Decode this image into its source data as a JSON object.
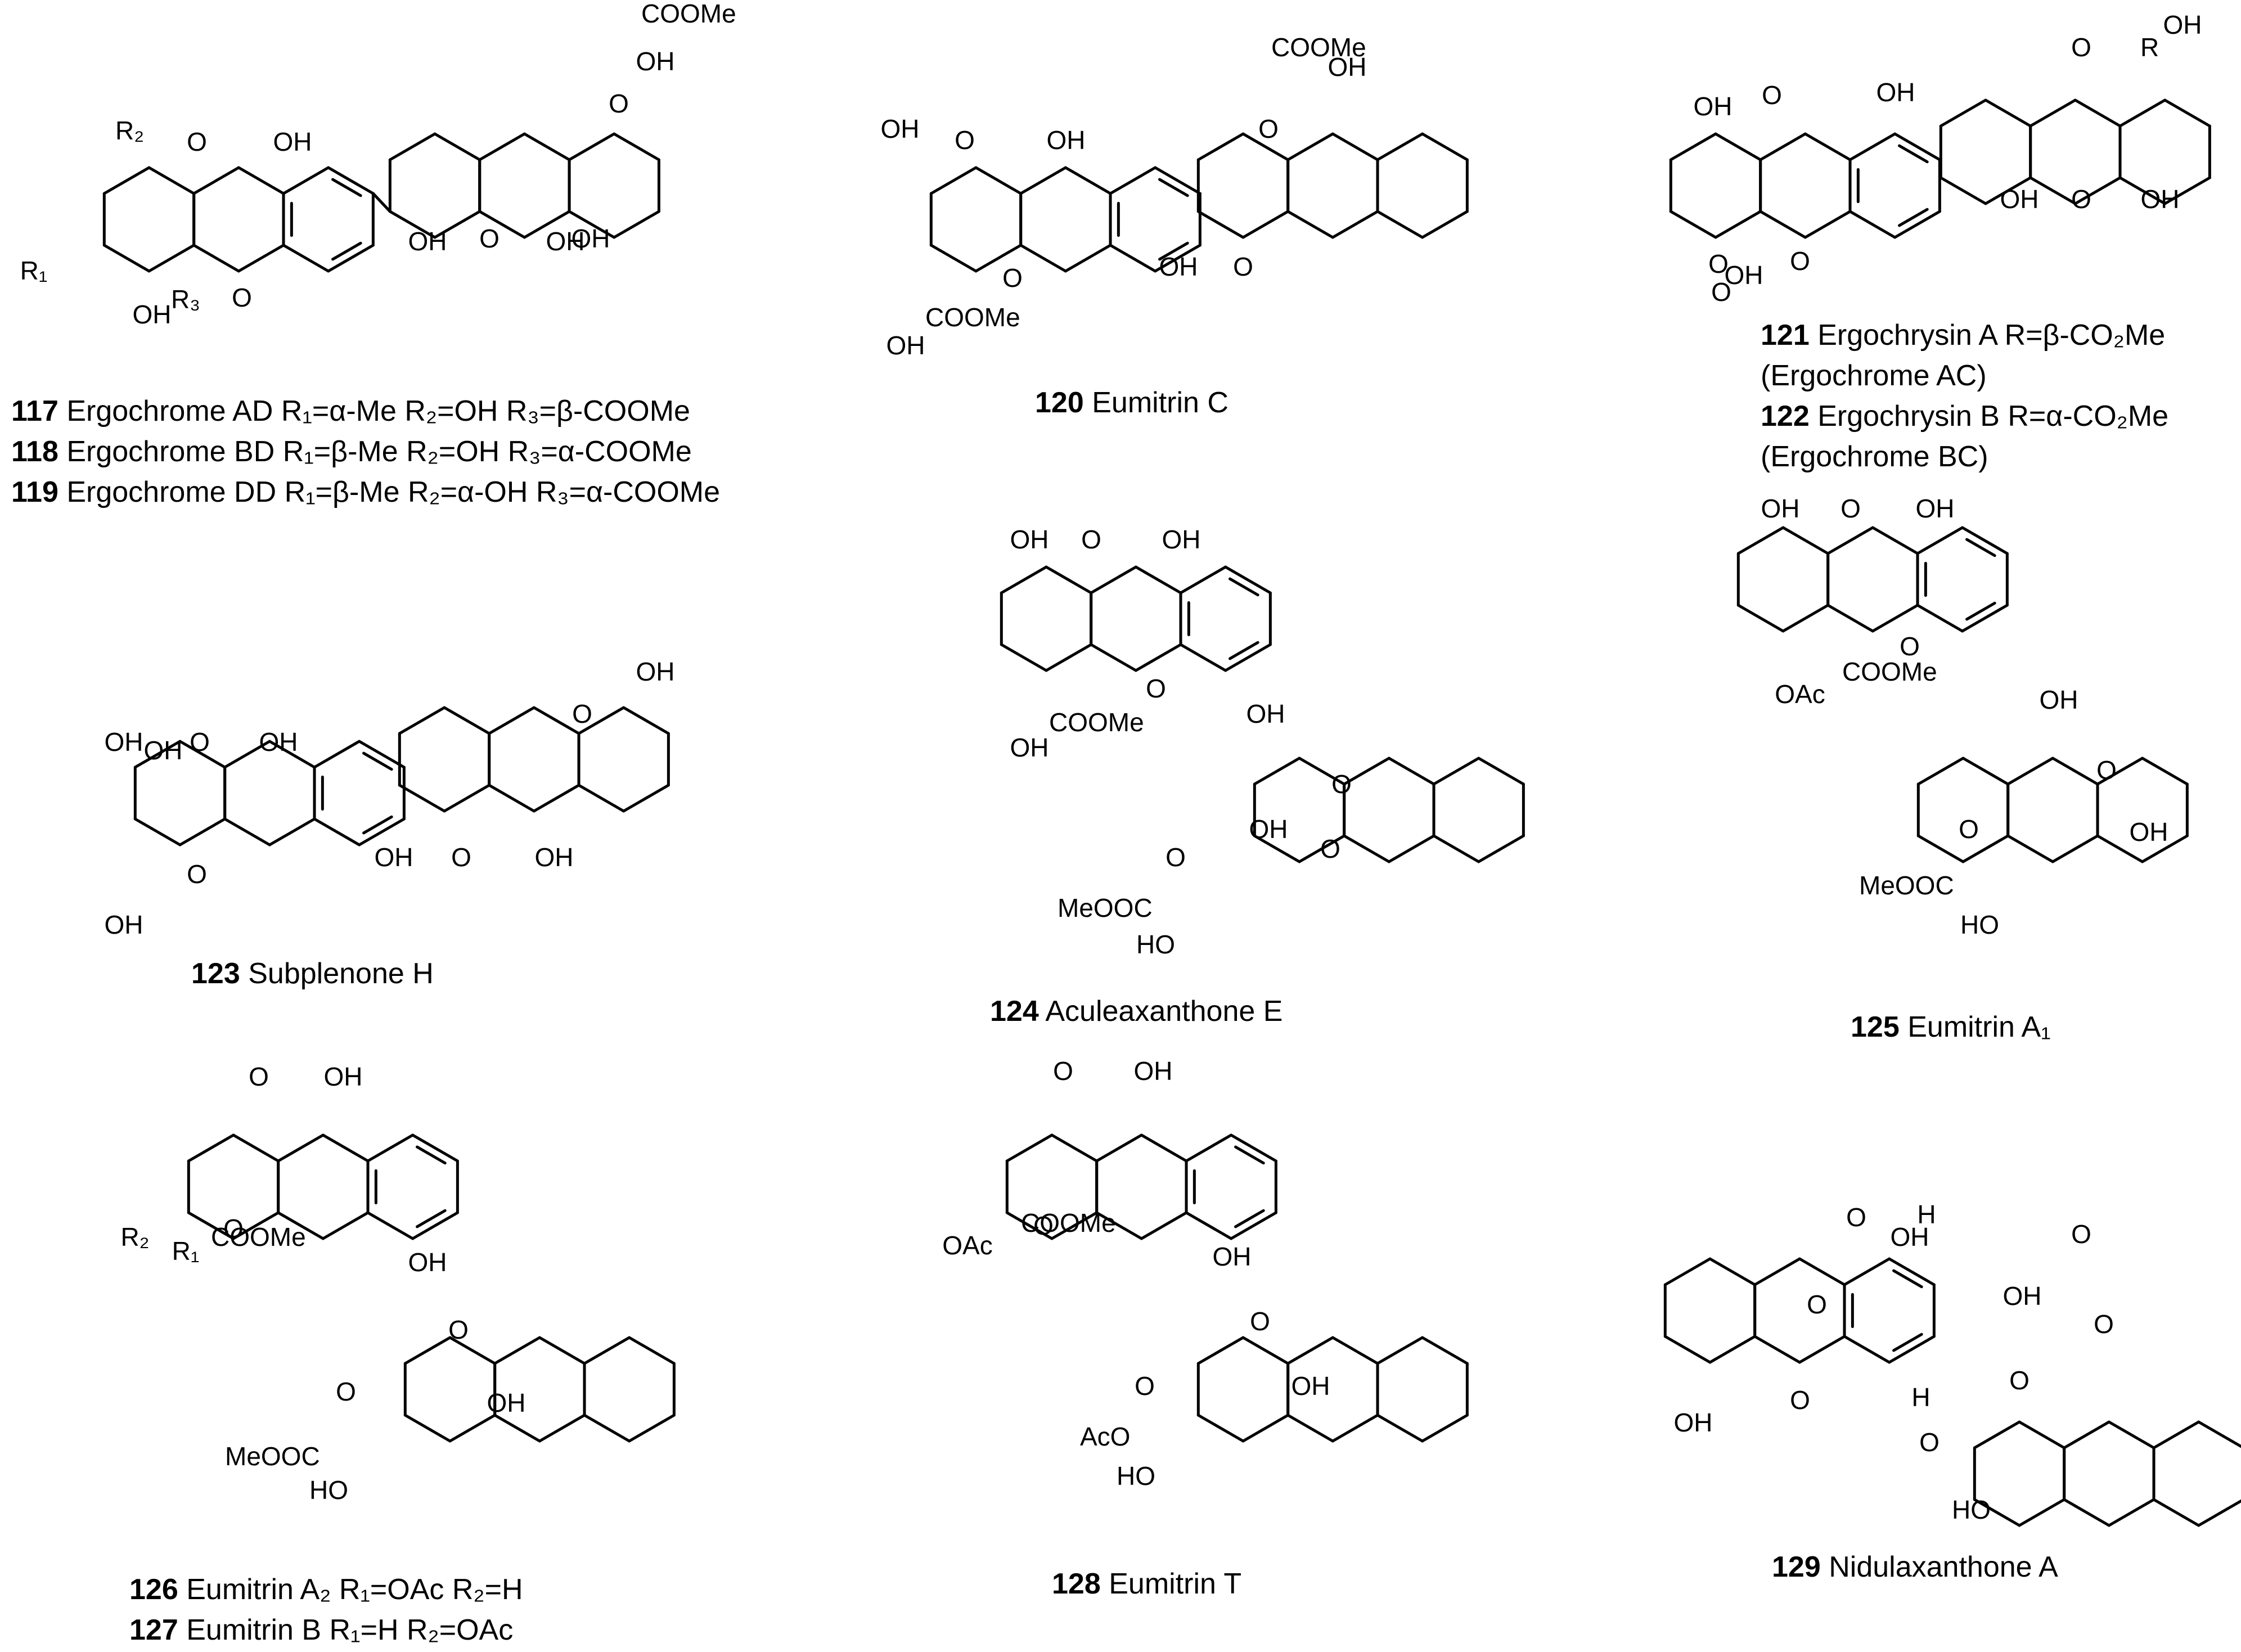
{
  "compounds": [
    {
      "lines": [
        {
          "num": "117",
          "text": "Ergochrome AD R₁=α-Me R₂=OH  R₃=β-COOMe"
        },
        {
          "num": "118",
          "text": "Ergochrome BD R₁=β-Me R₂=OH  R₃=α-COOMe"
        },
        {
          "num": "119",
          "text": "Ergochrome DD R₁=β-Me R₂=α-OH  R₃=α-COOMe"
        }
      ]
    },
    {
      "lines": [
        {
          "num": "120",
          "text": "Eumitrin C"
        }
      ]
    },
    {
      "lines": [
        {
          "num": "121",
          "text": "Ergochrysin A R=β-CO₂Me"
        },
        {
          "num": "",
          "text": "(Ergochrome AC)"
        },
        {
          "num": "122",
          "text": "Ergochrysin B R=α-CO₂Me"
        },
        {
          "num": "",
          "text": "(Ergochrome BC)"
        }
      ]
    },
    {
      "lines": [
        {
          "num": "123",
          "text": "Subplenone H"
        }
      ]
    },
    {
      "lines": [
        {
          "num": "124",
          "text": "Aculeaxanthone E"
        }
      ]
    },
    {
      "lines": [
        {
          "num": "125",
          "text": "Eumitrin A₁"
        }
      ]
    },
    {
      "lines": [
        {
          "num": "126",
          "text": "Eumitrin A₂  R₁=OAc R₂=H"
        },
        {
          "num": "127",
          "text": "Eumitrin B   R₁=H R₂=OAc"
        }
      ]
    },
    {
      "lines": [
        {
          "num": "128",
          "text": "Eumitrin T"
        }
      ]
    },
    {
      "lines": [
        {
          "num": "129",
          "text": "Nidulaxanthone A"
        }
      ]
    }
  ],
  "atoms": {
    "OH": "OH",
    "O": "O",
    "HO": "HO",
    "COOMe": "COOMe",
    "MeOOC": "MeOOC",
    "OAc": "OAc",
    "AcO": "AcO",
    "H": "H",
    "R": "R",
    "R1": "R₁",
    "R2": "R₂",
    "R3": "R₃"
  }
}
